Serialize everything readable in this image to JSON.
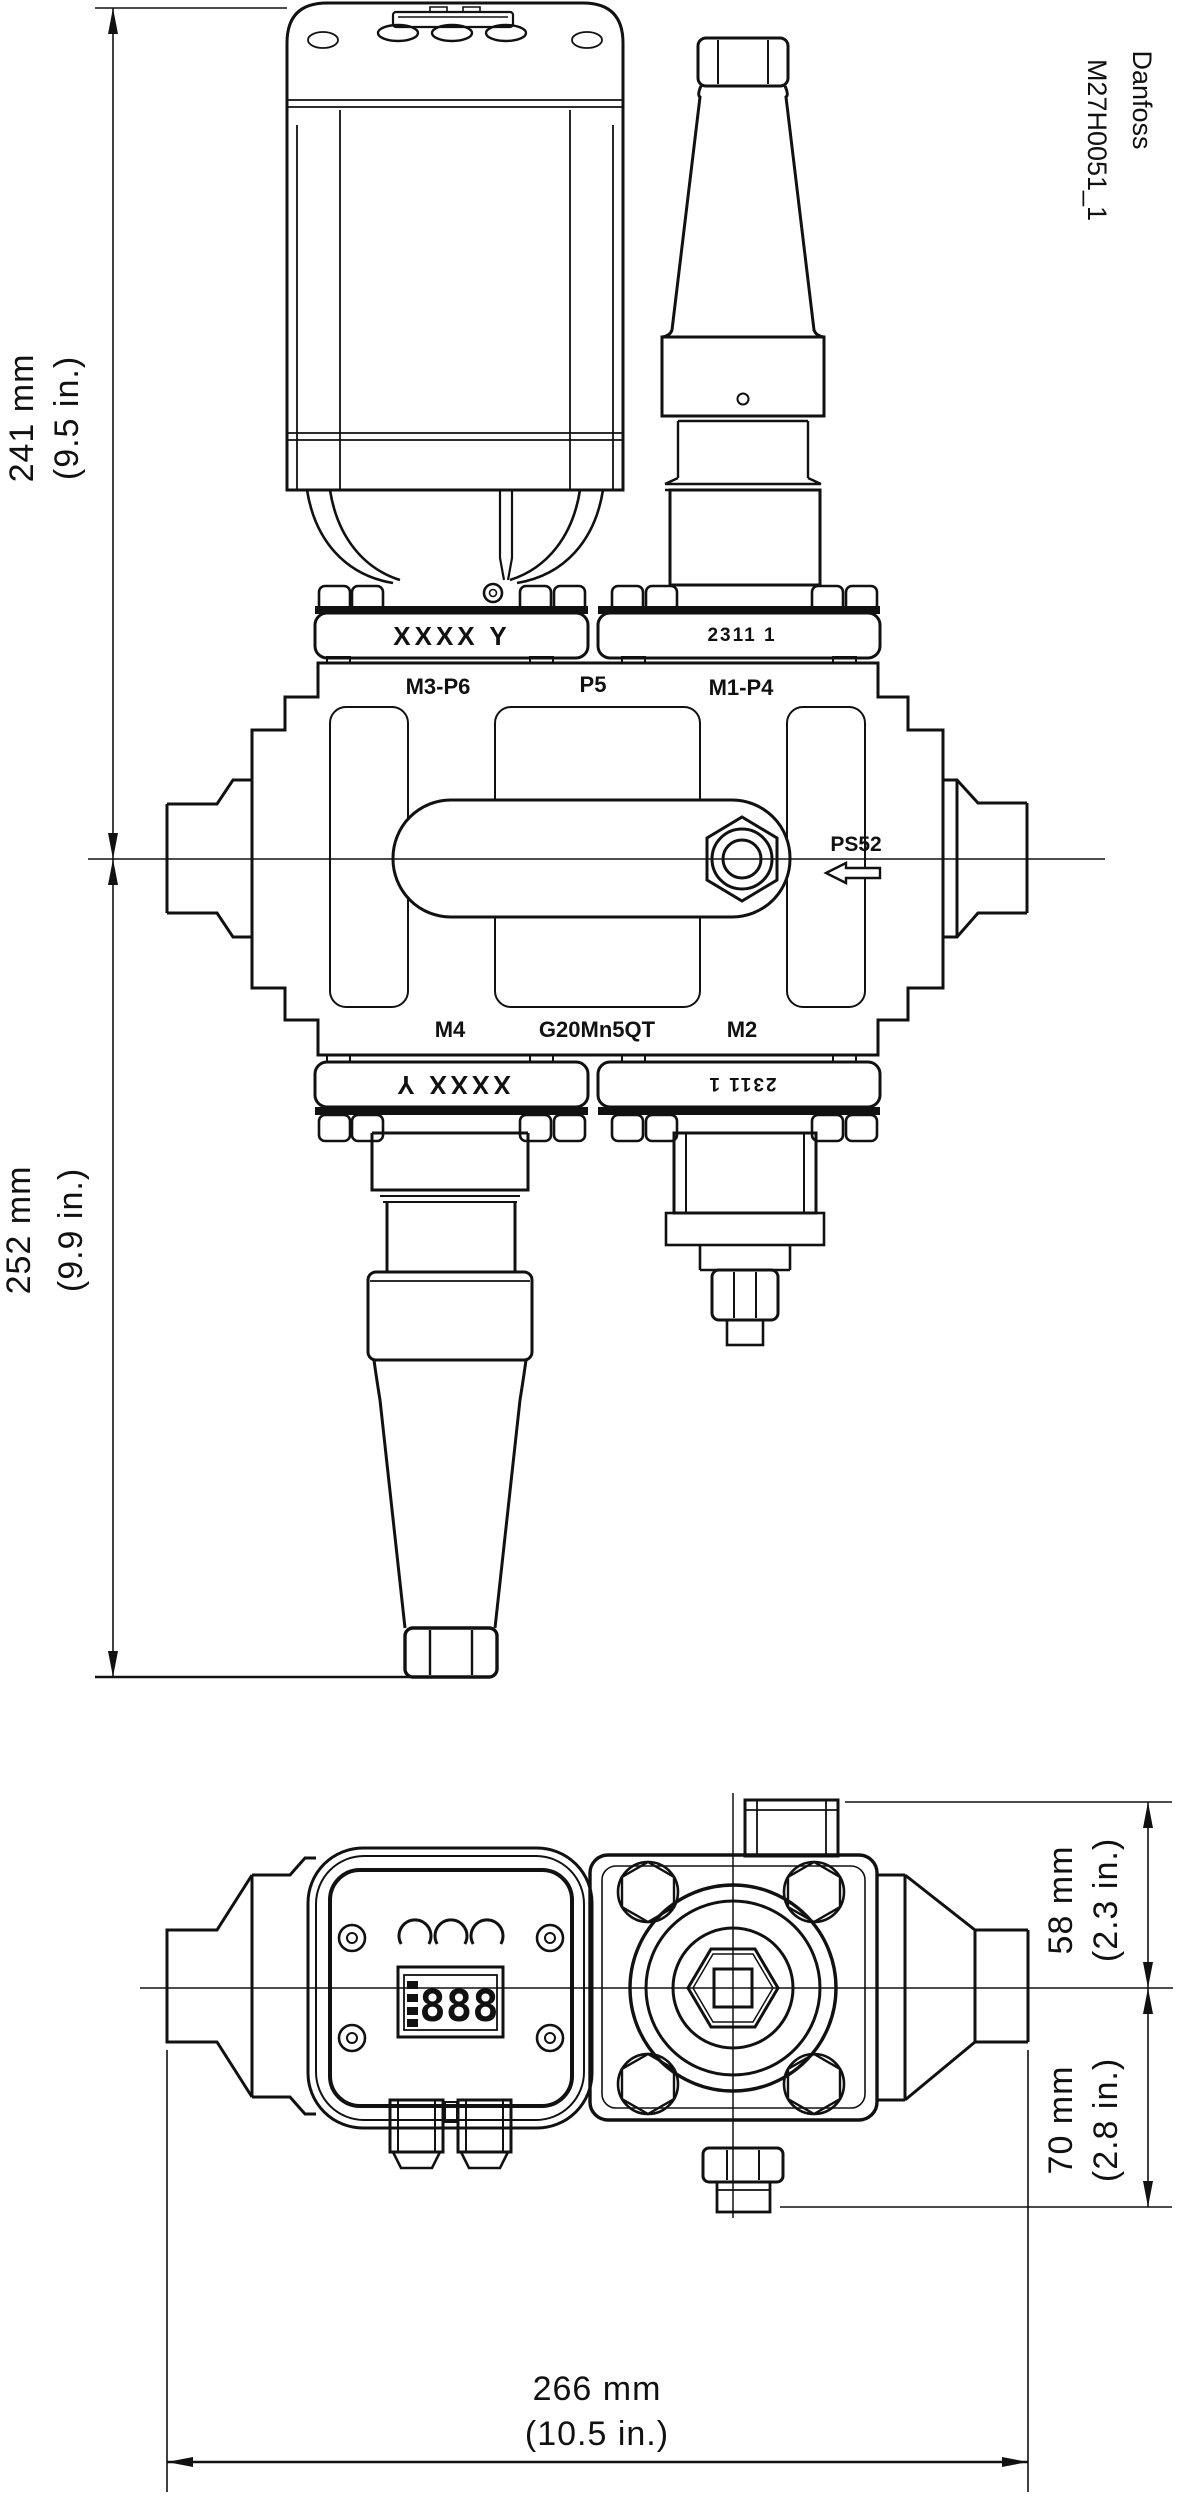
{
  "meta": {
    "brand": "Danfoss",
    "drawing_id": "M27H0051_1"
  },
  "side_view": {
    "dim_height_top": {
      "mm": "241 mm",
      "in": "(9.5 in.)"
    },
    "dim_height_bottom": {
      "mm": "252 mm",
      "in": "(9.9 in.)"
    },
    "nameplate_top": "XXXX Y",
    "serial_top": "2311 1",
    "port_labels_top": [
      "M3-P6",
      "P5",
      "M1-P4"
    ],
    "rating_label": "PS52",
    "port_labels_bottom": [
      "M4",
      "G20Mn5QT",
      "M2"
    ],
    "nameplate_bottom": "XXXX Y",
    "serial_bottom": "2311 1"
  },
  "top_view": {
    "dim_depth_upper": {
      "mm": "58 mm",
      "in": "(2.3 in.)"
    },
    "dim_depth_lower": {
      "mm": "70 mm",
      "in": "(2.8 in.)"
    },
    "dim_width": {
      "mm": "266 mm",
      "in": "(10.5 in.)"
    },
    "display_value": "888"
  }
}
